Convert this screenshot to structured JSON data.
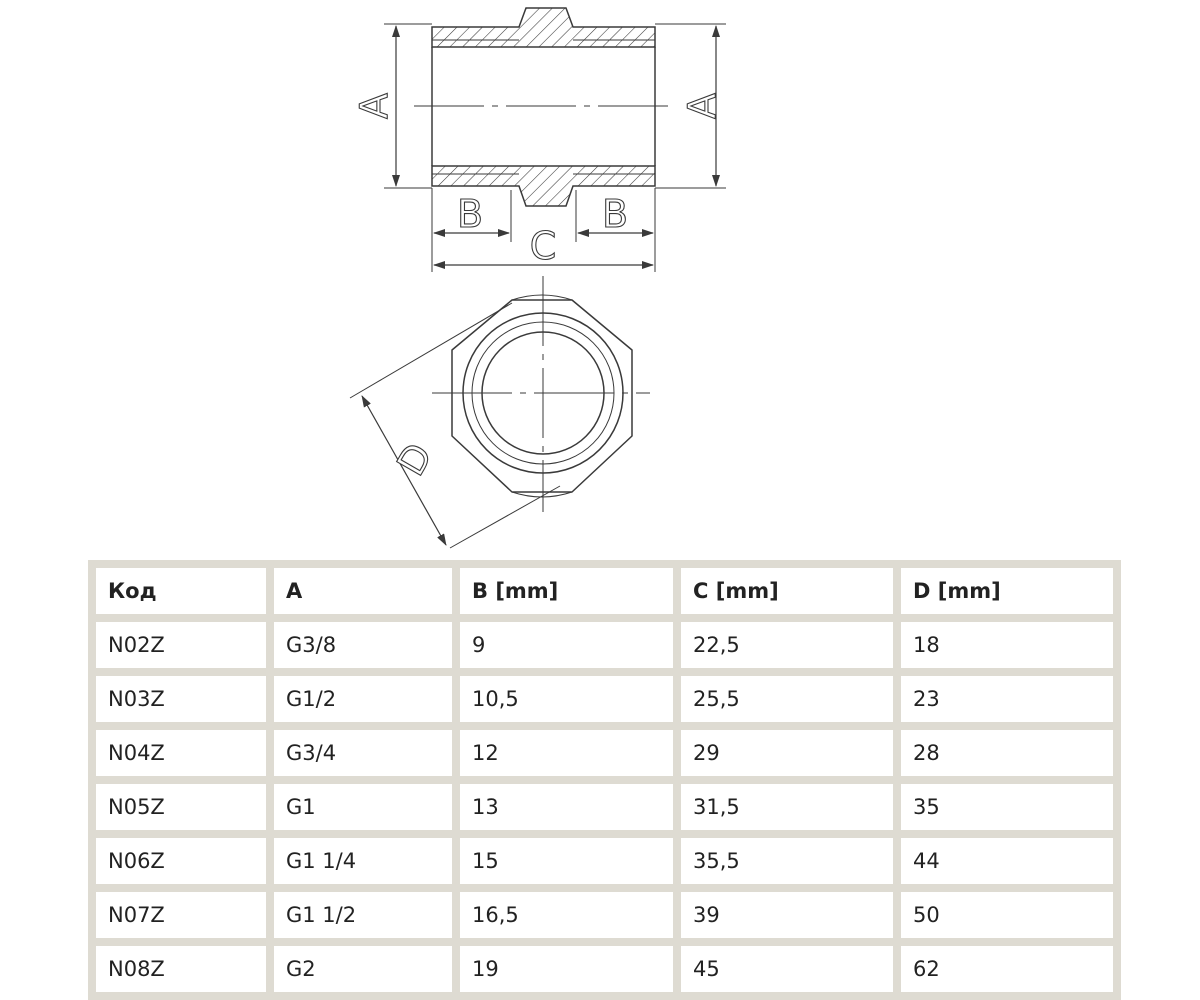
{
  "drawing": {
    "labels": {
      "a_left": "A",
      "a_right": "A",
      "b_left": "B",
      "b_right": "B",
      "c": "C",
      "d": "D"
    },
    "line_color": "#3a3a3a"
  },
  "table": {
    "headers": [
      "Код",
      "A",
      "B [mm]",
      "C [mm]",
      "D [mm]"
    ],
    "rows": [
      [
        "N02Z",
        "G3/8",
        "9",
        "22,5",
        "18"
      ],
      [
        "N03Z",
        "G1/2",
        "10,5",
        "25,5",
        "23"
      ],
      [
        "N04Z",
        "G3/4",
        "12",
        "29",
        "28"
      ],
      [
        "N05Z",
        "G1",
        "13",
        "31,5",
        "35"
      ],
      [
        "N06Z",
        "G1 1/4",
        "15",
        "35,5",
        "44"
      ],
      [
        "N07Z",
        "G1 1/2",
        "16,5",
        "39",
        "50"
      ],
      [
        "N08Z",
        "G2",
        "19",
        "45",
        "62"
      ]
    ],
    "border_color": "#dedbd2"
  }
}
